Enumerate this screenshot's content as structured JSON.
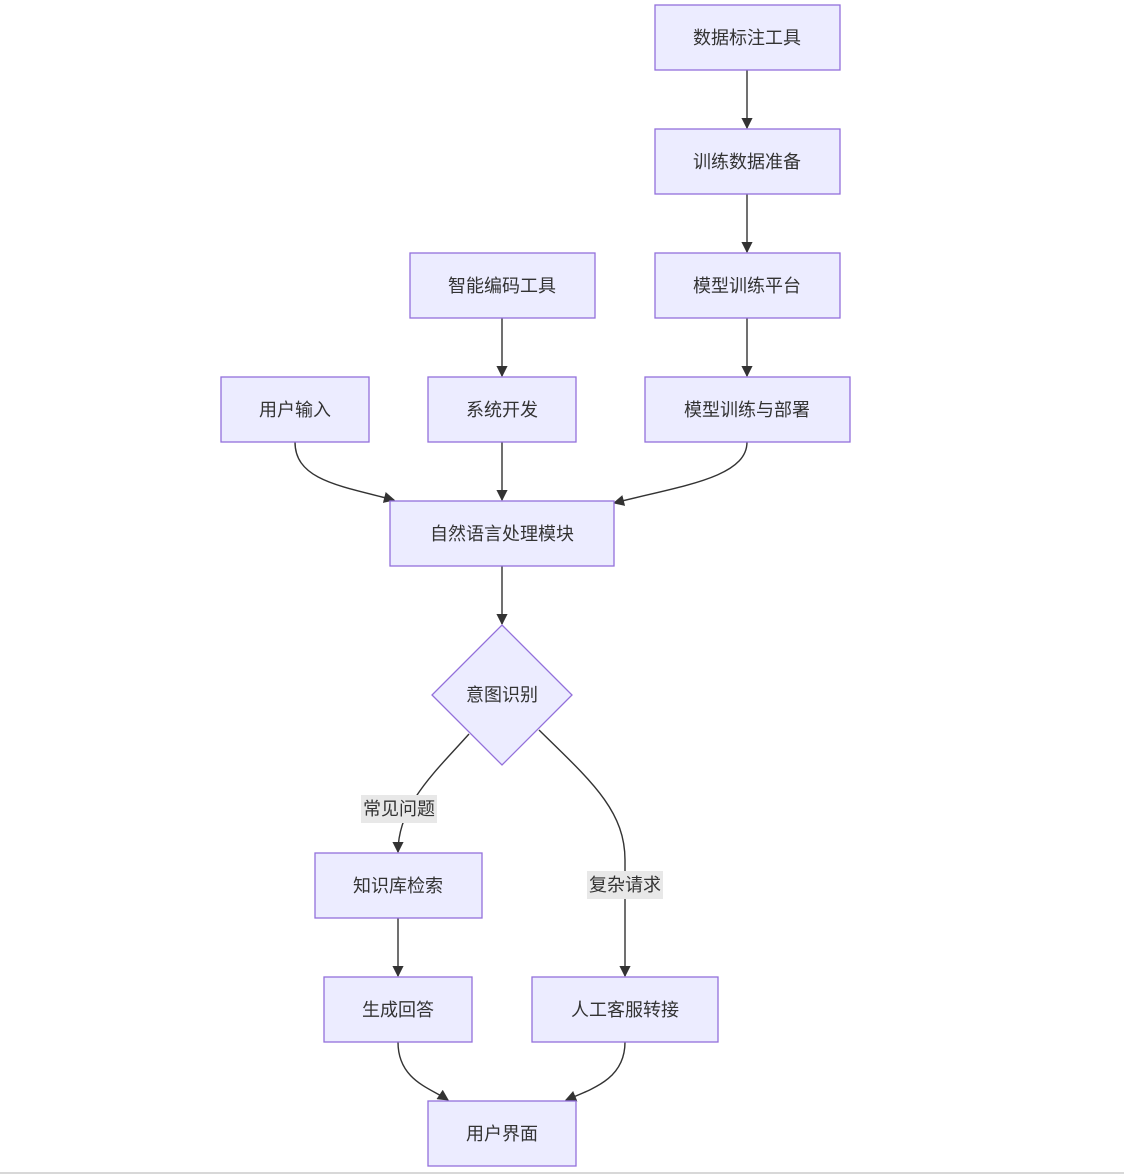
{
  "nodes": {
    "data_annotation_tool": "数据标注工具",
    "training_data_prep": "训练数据准备",
    "model_training_platform": "模型训练平台",
    "smart_coding_tool": "智能编码工具",
    "user_input": "用户输入",
    "system_development": "系统开发",
    "model_training_deploy": "模型训练与部署",
    "nlp_module": "自然语言处理模块",
    "intent_recognition": "意图识别",
    "knowledge_base_search": "知识库检索",
    "generate_answer": "生成回答",
    "human_agent_transfer": "人工客服转接",
    "user_interface": "用户界面"
  },
  "edge_labels": {
    "faq": "常见问题",
    "complex_request": "复杂请求"
  },
  "colors": {
    "node_fill": "#ECECFF",
    "node_stroke": "#9370DB",
    "edge": "#333333",
    "label_bg": "#e8e8e8"
  }
}
